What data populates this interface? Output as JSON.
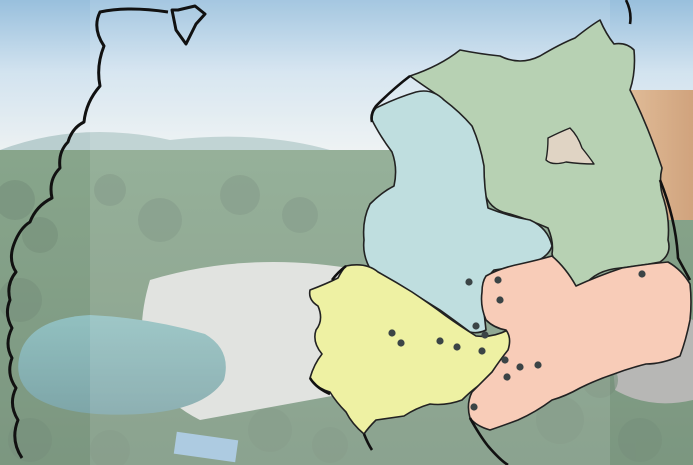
{
  "scene": {
    "background": "aerial-forest-lake-photo",
    "overlay": "white-haze"
  },
  "map": {
    "outline_color": "#111111",
    "marker_color": "#3b4446",
    "regions": [
      {
        "id": "north",
        "color": "#b7d1b3"
      },
      {
        "id": "central",
        "color": "#bfdedf"
      },
      {
        "id": "southwest",
        "color": "#eef1a3"
      },
      {
        "id": "southeast",
        "color": "#f8ccb8"
      },
      {
        "id": "enclave",
        "color": "#e0d4c4"
      }
    ],
    "marker_count": 16
  }
}
